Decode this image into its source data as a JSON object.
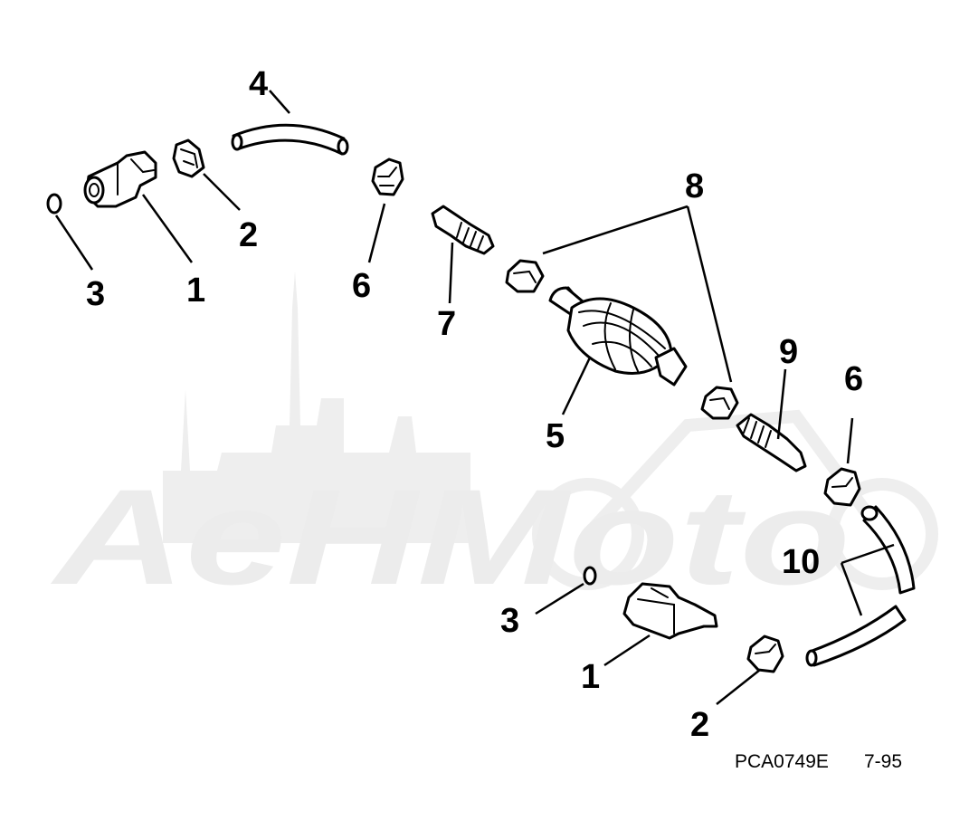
{
  "watermark": {
    "text": "AeHMoto"
  },
  "callouts": {
    "c1a": "1",
    "c2a": "2",
    "c3a": "3",
    "c4": "4",
    "c6a": "6",
    "c7": "7",
    "c8": "8",
    "c5": "5",
    "c9": "9",
    "c6b": "6",
    "c10": "10",
    "c3b": "3",
    "c1b": "1",
    "c2b": "2"
  },
  "footer": {
    "code": "PCA0749E",
    "date": "7-95"
  }
}
